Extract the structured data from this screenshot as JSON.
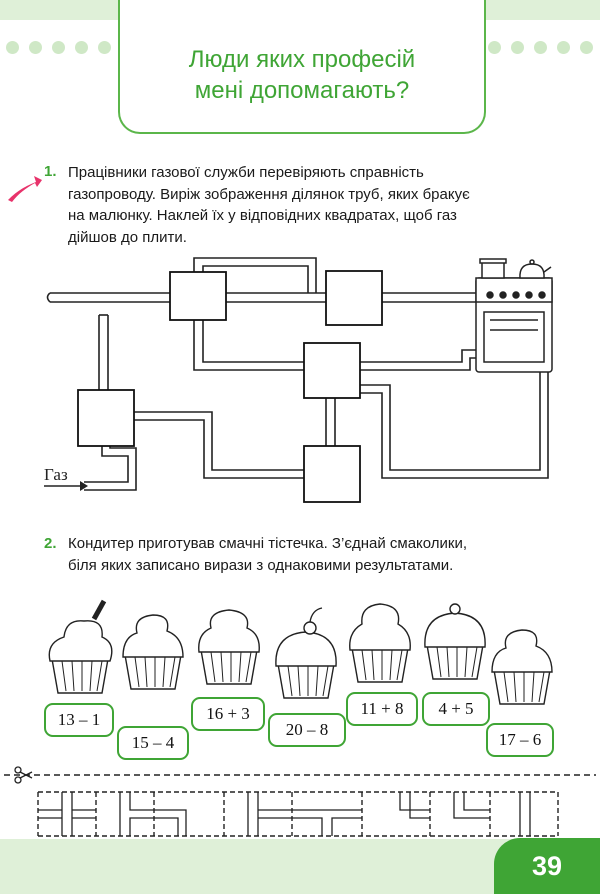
{
  "header": {
    "title_line1": "Люди яких професій",
    "title_line2": "мені допомагають?"
  },
  "task1": {
    "number": "1.",
    "lines": [
      "Працівники газової служби перевіряють справність",
      "газопроводу. Виріж зображення ділянок труб, яких бракує",
      "на малюнку. Наклей їх у відповідних квадратах, щоб газ",
      "дійшов до плити."
    ],
    "gas_label": "Газ"
  },
  "task2": {
    "number": "2.",
    "lines": [
      "Кондитер приготував смачні тістечка. З’єднай смаколики,",
      "біля яких записано вирази з однаковими результатами."
    ],
    "expressions": [
      "13 – 1",
      "15 – 4",
      "16 + 3",
      "20 – 8",
      "11 + 8",
      "4 + 5",
      "17 – 6"
    ]
  },
  "colors": {
    "accent": "#3fa535",
    "band": "#dff0d8",
    "arrow": "#e8336b"
  },
  "icons": [
    "scissors-icon",
    "stove-icon",
    "cupcake-icon",
    "arrow-marker-icon"
  ],
  "footer": {
    "page_number": "39"
  }
}
